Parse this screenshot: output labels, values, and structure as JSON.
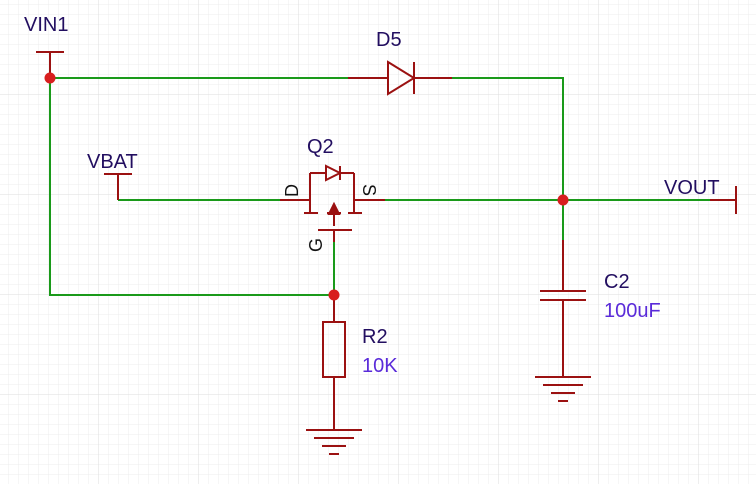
{
  "colors": {
    "wire": "#1a9a1a",
    "symbol": "#9b1111",
    "junction": "#d81e1e",
    "name_text": "#220e60",
    "value_text": "#5a2bd9",
    "grid_minor": "#ececec",
    "grid_major": "#dedede",
    "background": "#ffffff"
  },
  "net_labels": {
    "vin": "VIN1",
    "vbat": "VBAT",
    "vout": "VOUT"
  },
  "components": {
    "diode": {
      "designator": "D5"
    },
    "mosfet": {
      "designator": "Q2",
      "pin_d": "D",
      "pin_s": "S",
      "pin_g": "G"
    },
    "resistor": {
      "designator": "R2",
      "value": "10K"
    },
    "capacitor": {
      "designator": "C2",
      "value": "100uF"
    }
  }
}
